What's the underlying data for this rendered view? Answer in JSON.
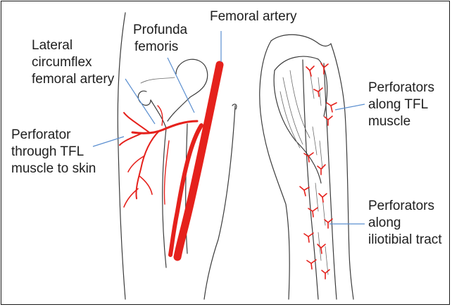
{
  "labels": {
    "femoral_artery": "Femoral artery",
    "profunda_femoris": [
      "Profunda",
      "femoris"
    ],
    "lateral_circumflex": [
      "Lateral",
      "circumflex",
      "femoral artery"
    ],
    "perforator_tfl": [
      "Perforator",
      "through TFL",
      "muscle to skin"
    ],
    "perforators_along_tfl": [
      "Perforators",
      "along TFL",
      "muscle"
    ],
    "perforators_along_it": [
      "Perforators",
      "along",
      "iliotibial tract"
    ]
  },
  "colors": {
    "vessel": "#e5211c",
    "pointer": "#5b8fd0",
    "ink": "#3b3b3b",
    "text": "#1e1e1e"
  }
}
